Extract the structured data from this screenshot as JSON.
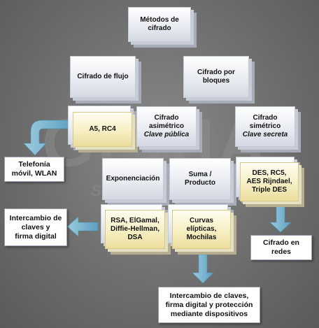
{
  "watermark": {
    "main": "GERIA",
    "sub": "Soluciones Informáticas"
  },
  "nodes": {
    "root": {
      "line1": "Métodos de",
      "line2": "cifrado"
    },
    "flujo": {
      "label": "Cifrado de flujo"
    },
    "bloques": {
      "line1": "Cifrado por",
      "line2": "bloques"
    },
    "a5": {
      "label": "A5, RC4"
    },
    "asim": {
      "line1": "Cifrado",
      "line2": "asimétrico",
      "line3": "Clave pública"
    },
    "sim": {
      "line1": "Cifrado",
      "line2": "simétrico",
      "line3": "Clave secreta"
    },
    "telefonia": {
      "line1": "Telefonía",
      "line2": "móvil, WLAN"
    },
    "expon": {
      "label": "Exponenciación"
    },
    "suma": {
      "line1": "Suma /",
      "line2": "Producto"
    },
    "des": {
      "line1": "DES, RC5,",
      "line2": "AES Rijndael,",
      "line3": "Triple DES"
    },
    "intercambio1": {
      "line1": "Intercambio de",
      "line2": "claves y",
      "line3": "firma digital"
    },
    "rsa": {
      "line1": "RSA, ElGamal,",
      "line2": "Diffie-Hellman,",
      "line3": "DSA"
    },
    "curvas": {
      "line1": "Curvas",
      "line2": "elípticas,",
      "line3": "Mochilas"
    },
    "redes": {
      "line1": "Cifrado en",
      "line2": "redes"
    },
    "intercambio2": {
      "line1": "Intercambio de claves,",
      "line2": "firma digital y protección",
      "line3": "mediante dispositivos"
    }
  },
  "colors": {
    "arrow": "#7cb4cf",
    "arrow_dark": "#4f8fae"
  }
}
